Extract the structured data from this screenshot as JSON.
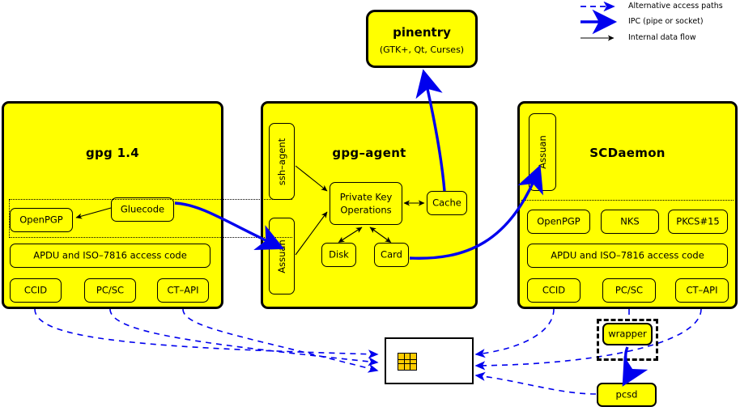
{
  "legend": {
    "items": [
      {
        "label": "Alternative access paths",
        "style": "dashed-blue",
        "color": "#0000ee"
      },
      {
        "label": "IPC (pipe or socket)",
        "style": "thick-blue",
        "color": "#0000ee"
      },
      {
        "label": "Internal data flow",
        "style": "thin-black",
        "color": "#000000"
      }
    ]
  },
  "pinentry": {
    "title": "pinentry",
    "subtitle": "(GTK+, Qt, Curses)"
  },
  "gpg": {
    "title": "gpg 1.4",
    "gluecode": "Gluecode",
    "openpgp": "OpenPGP",
    "apdu": "APDU and ISO–7816 access code",
    "drivers": [
      "CCID",
      "PC/SC",
      "CT–API"
    ]
  },
  "gpgagent": {
    "title": "gpg–agent",
    "ssh_agent": "ssh–agent",
    "assuan": "Assuan",
    "private_key_ops": "Private Key\nOperations",
    "cache": "Cache",
    "disk": "Disk",
    "card": "Card"
  },
  "scdaemon": {
    "title": "SCDaemon",
    "assuan": "Assuan",
    "apps": [
      "OpenPGP",
      "NKS",
      "PKCS#15"
    ],
    "apdu": "APDU and ISO–7816 access code",
    "drivers": [
      "CCID",
      "PC/SC",
      "CT–API"
    ]
  },
  "wrapper": {
    "label": "wrapper"
  },
  "pcsd": {
    "label": "pcsd"
  },
  "smartcard": {
    "label": ""
  },
  "colors": {
    "box_fill": "#ffff00",
    "ipc_blue": "#0000ee",
    "card_fill": "#ffffff",
    "chip_fill": "#ffcc00",
    "outline": "#000000"
  }
}
